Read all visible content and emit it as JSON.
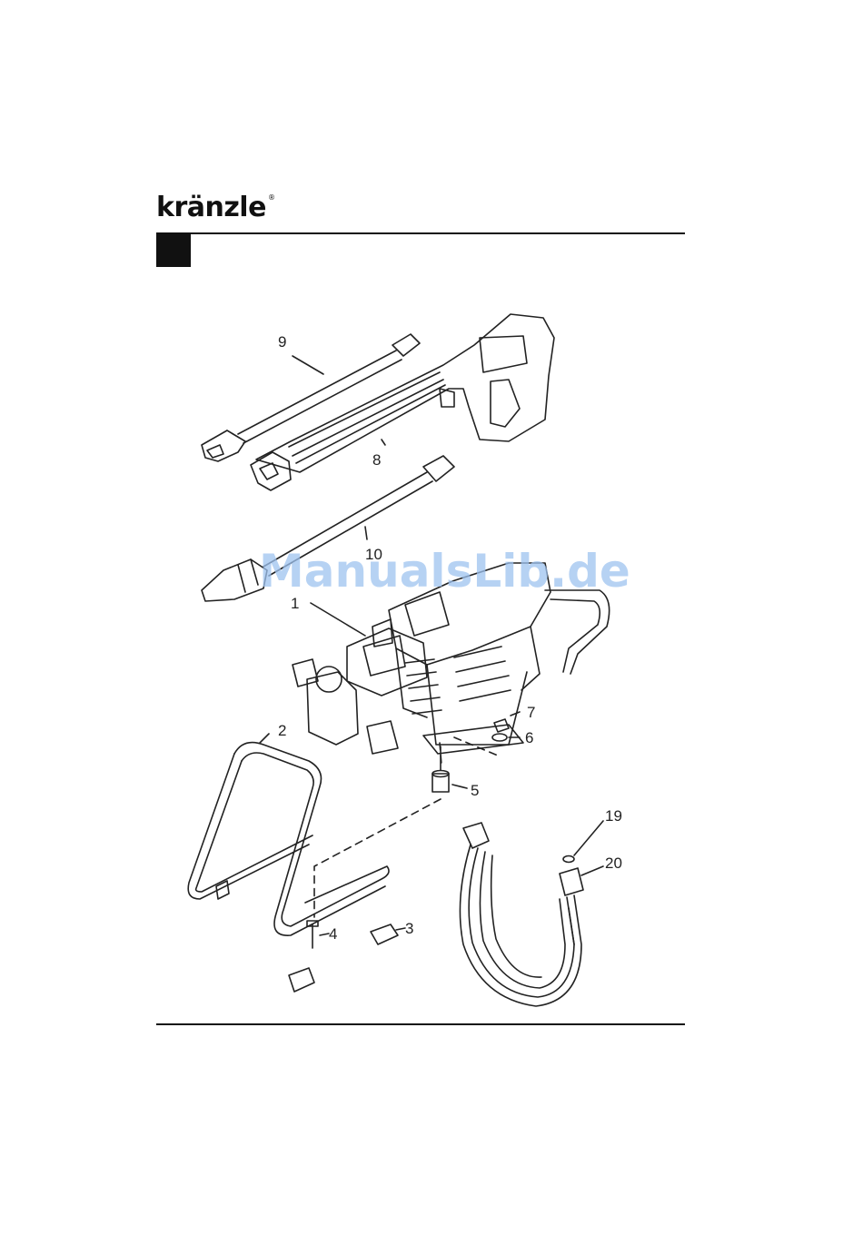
{
  "header": {
    "logo_text": "kränzle",
    "logo_mark": "®"
  },
  "watermark": "ManualsLib.de",
  "parts": [
    {
      "id": "9",
      "label": "9"
    },
    {
      "id": "8",
      "label": "8"
    },
    {
      "id": "10",
      "label": "10"
    },
    {
      "id": "1",
      "label": "1"
    },
    {
      "id": "7",
      "label": "7"
    },
    {
      "id": "6",
      "label": "6"
    },
    {
      "id": "2",
      "label": "2"
    },
    {
      "id": "5",
      "label": "5"
    },
    {
      "id": "19",
      "label": "19"
    },
    {
      "id": "20",
      "label": "20"
    },
    {
      "id": "4",
      "label": "4"
    },
    {
      "id": "3",
      "label": "3"
    }
  ],
  "colors": {
    "ink": "#222222",
    "watermark": "#9ec3f0",
    "background": "#ffffff"
  }
}
